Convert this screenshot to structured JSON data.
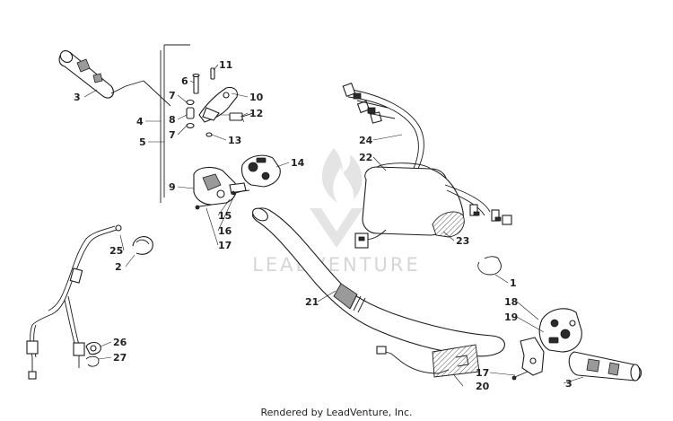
{
  "diagram": {
    "watermark": "LEADVENTURE",
    "credit": "Rendered by LeadVenture, Inc.",
    "callouts": [
      {
        "id": "c3a",
        "label": "3"
      },
      {
        "id": "c4",
        "label": "4"
      },
      {
        "id": "c5",
        "label": "5"
      },
      {
        "id": "c6",
        "label": "6"
      },
      {
        "id": "c7a",
        "label": "7"
      },
      {
        "id": "c8",
        "label": "8"
      },
      {
        "id": "c7b",
        "label": "7"
      },
      {
        "id": "c11",
        "label": "11"
      },
      {
        "id": "c10",
        "label": "10"
      },
      {
        "id": "c12",
        "label": "12"
      },
      {
        "id": "c13",
        "label": "13"
      },
      {
        "id": "c14",
        "label": "14"
      },
      {
        "id": "c9",
        "label": "9"
      },
      {
        "id": "c15",
        "label": "15"
      },
      {
        "id": "c16",
        "label": "16"
      },
      {
        "id": "c17a",
        "label": "17"
      },
      {
        "id": "c25",
        "label": "25"
      },
      {
        "id": "c2",
        "label": "2"
      },
      {
        "id": "c26",
        "label": "26"
      },
      {
        "id": "c27",
        "label": "27"
      },
      {
        "id": "c24",
        "label": "24"
      },
      {
        "id": "c22",
        "label": "22"
      },
      {
        "id": "c23",
        "label": "23"
      },
      {
        "id": "c21",
        "label": "21"
      },
      {
        "id": "c1",
        "label": "1"
      },
      {
        "id": "c18",
        "label": "18"
      },
      {
        "id": "c19",
        "label": "19"
      },
      {
        "id": "c17b",
        "label": "17"
      },
      {
        "id": "c20",
        "label": "20"
      },
      {
        "id": "c3b",
        "label": "3"
      }
    ]
  }
}
